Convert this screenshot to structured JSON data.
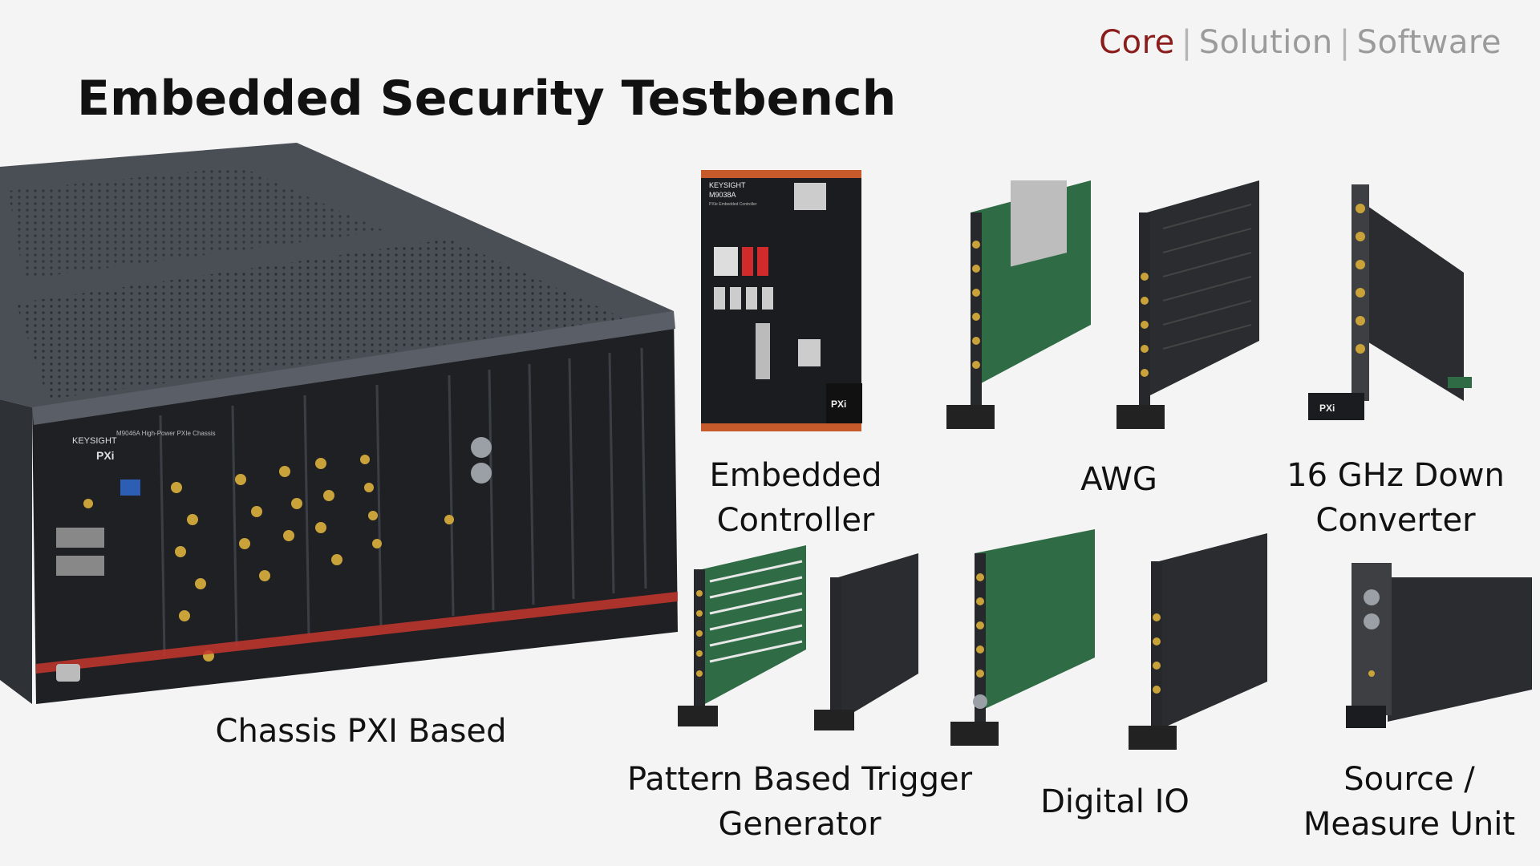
{
  "nav": {
    "items": [
      "Core",
      "Solution",
      "Software"
    ],
    "separator": "|",
    "active_color": "#8b1c1c",
    "inactive_color": "#9b9b9b"
  },
  "title": "Embedded Security Testbench",
  "labels": {
    "chassis": "Chassis PXI Based",
    "controller": [
      "Embedded",
      "Controller"
    ],
    "awg": "AWG",
    "downconverter": [
      "16 GHz Down",
      "Converter"
    ],
    "trigger": [
      "Pattern Based Trigger",
      "Generator"
    ],
    "digital_io": "Digital IO",
    "smu": [
      "Source /",
      "Measure Unit"
    ]
  },
  "device_text": {
    "brand": "KEYSIGHT",
    "pxi": "PXi",
    "chassis_model": "M9046A High-Power PXIe Chassis",
    "controller_model": "M9038A",
    "controller_sub": "PXIe Embedded Controller"
  },
  "colors": {
    "background": "#f4f4f4",
    "chassis_body": "#3a3d42",
    "chassis_top": "#4a4e55",
    "front_panel": "#1e2024",
    "connector_gold": "#c9a23a",
    "pcb_green": "#2f6b45",
    "accent_red": "#c6362e"
  }
}
